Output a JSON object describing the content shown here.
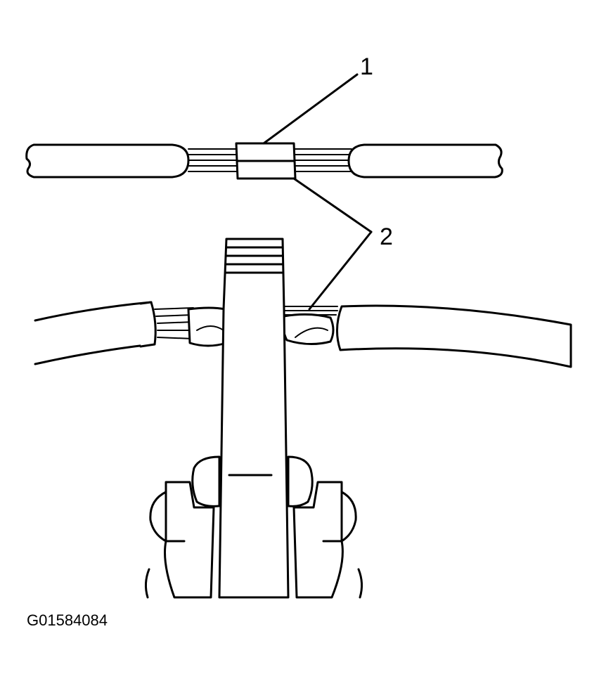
{
  "callouts": [
    {
      "id": "1",
      "label": "1"
    },
    {
      "id": "2",
      "label": "2"
    }
  ],
  "figure_reference": "G01584084",
  "colors": {
    "ink": "#000000",
    "paper": "#ffffff"
  }
}
